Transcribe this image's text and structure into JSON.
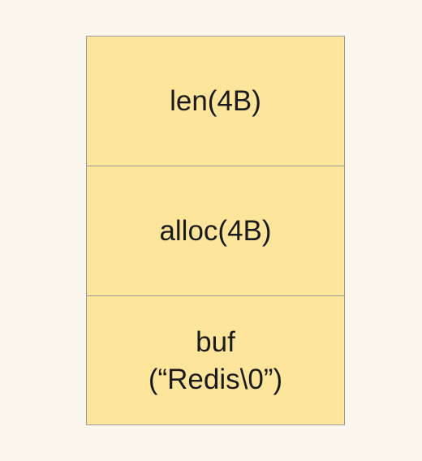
{
  "colors": {
    "background": "#fbf7ee",
    "field_fill": "#fde59c",
    "field_border": "#9a9a9a",
    "text": "#1b1b1b"
  },
  "fields": [
    {
      "label": "len(4B)"
    },
    {
      "label": "alloc(4B)"
    },
    {
      "label": "buf",
      "sublabel": "(“Redis\\0”)"
    }
  ]
}
